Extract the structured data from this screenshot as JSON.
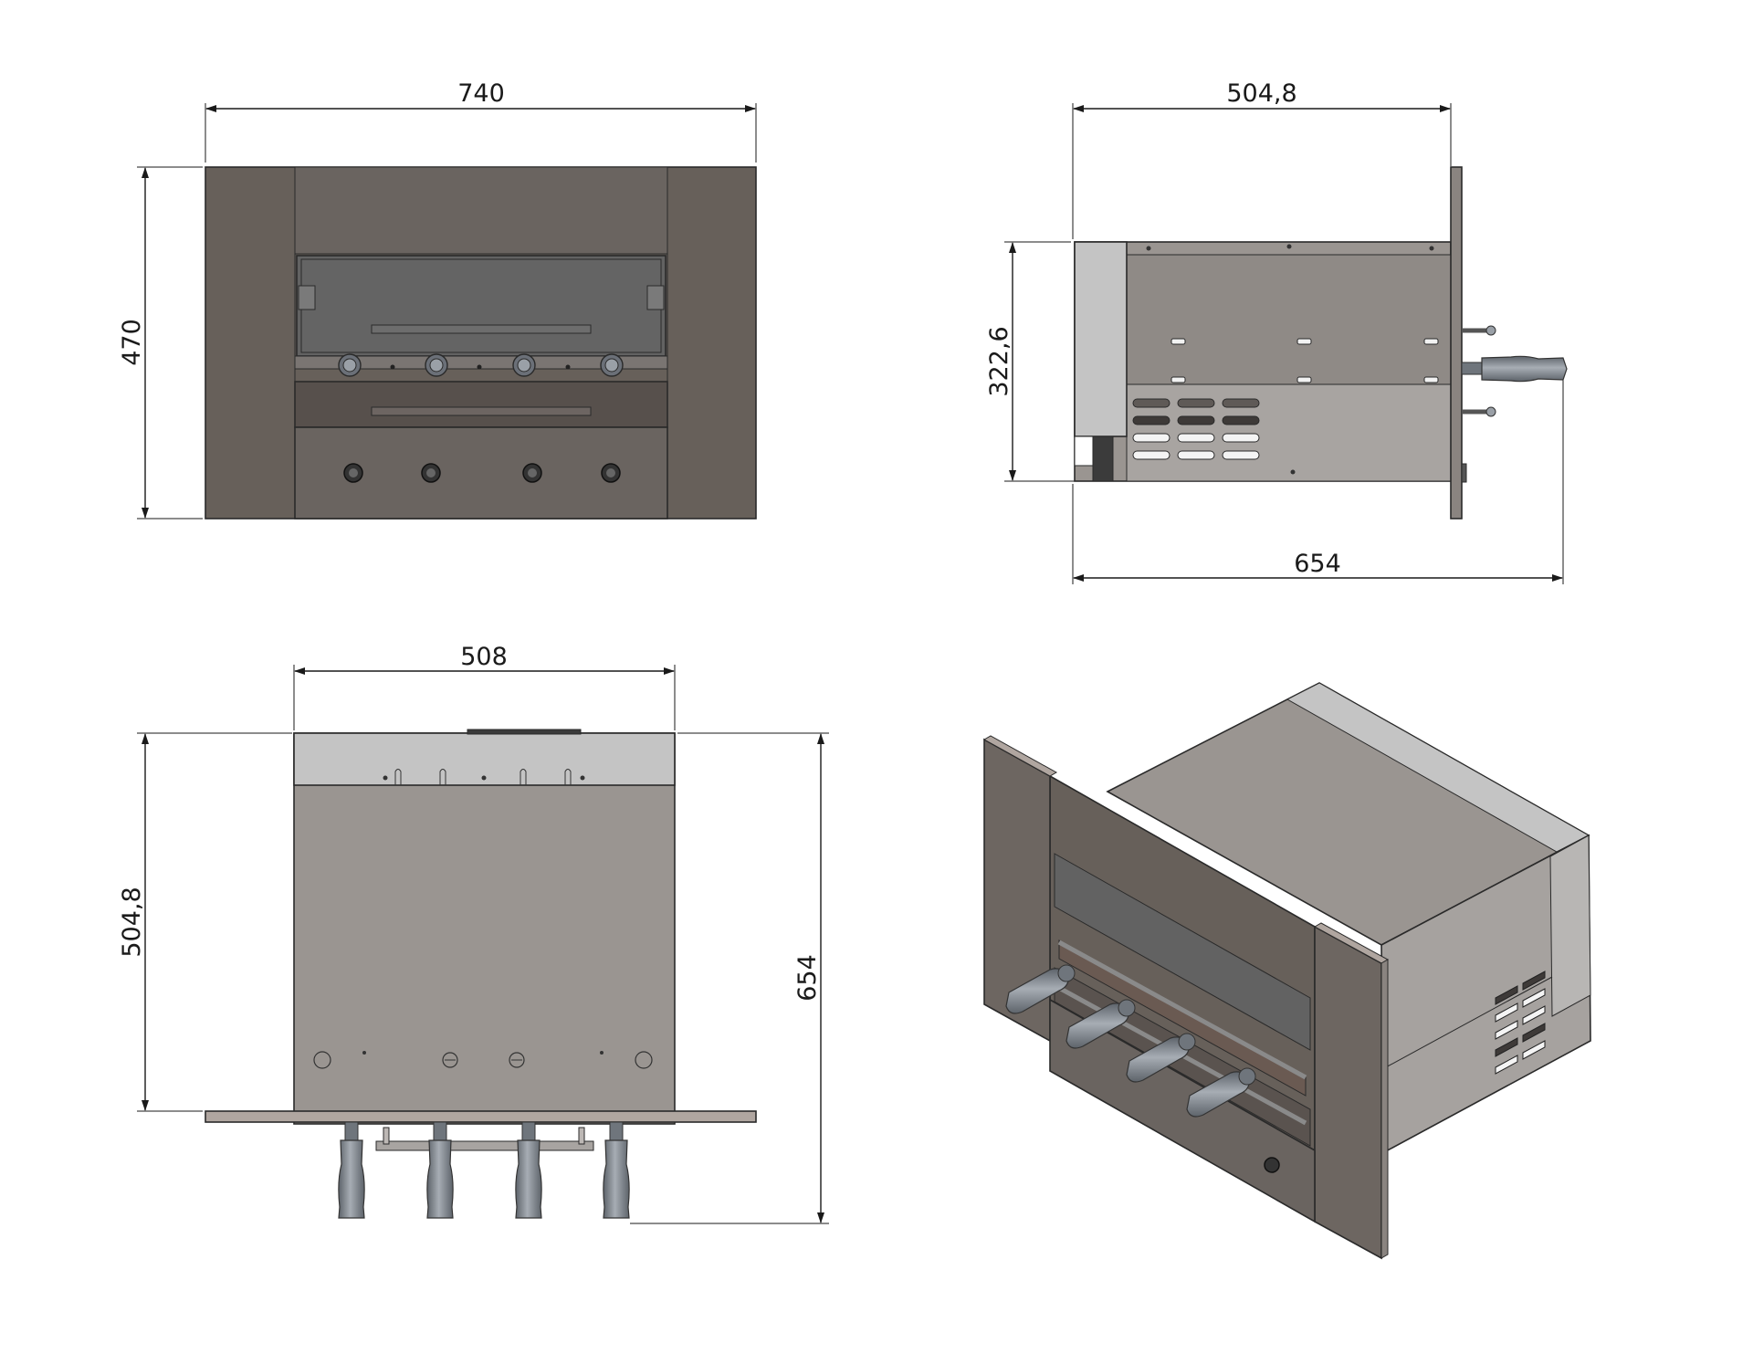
{
  "colors": {
    "frame_dark": "#67605a",
    "panel_grey": "#6f6a66",
    "glass": "#626262",
    "body_grey": "#9a9591",
    "body_light": "#c4c4c4",
    "drawer_brown": "#57504c",
    "handle_grey": "#8f969e",
    "handle_dark": "#4f555c",
    "line": "#1a1a1a"
  },
  "dimensions": {
    "front_width": "740",
    "front_height": "470",
    "side_depth": "504,8",
    "side_height": "322,6",
    "side_total_depth": "654",
    "top_width": "508",
    "top_depth": "504,8",
    "top_total_depth": "654"
  }
}
